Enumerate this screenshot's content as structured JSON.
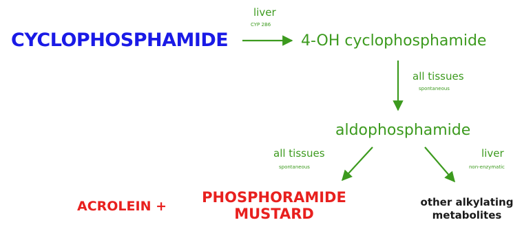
{
  "nodes": {
    "cyclophosphamide": "CYCLOPHOSPHAMIDE",
    "hydroxy": "4-OH cyclophosphamide",
    "aldophosphamide": "aldophosphamide",
    "acrolein": "ACROLEIN +",
    "phosphoramide_line1": "PHOSPHORAMIDE",
    "phosphoramide_line2": "MUSTARD",
    "other_line1": "other alkylating",
    "other_line2": "metabolites"
  },
  "edges": {
    "liver_main": "liver",
    "liver_sub": "CYP 2B6",
    "tissues1_main": "all tissues",
    "tissues1_sub": "spontaneous",
    "tissues2_main": "all tissues",
    "tissues2_sub": "spontaneous",
    "liver2_main": "liver",
    "liver2_sub": "non-enzymatic"
  },
  "colors": {
    "parent": "#1a1ae6",
    "intermediate": "#3c9a1e",
    "toxic": "#e8201e",
    "other": "#1a1a1a"
  }
}
